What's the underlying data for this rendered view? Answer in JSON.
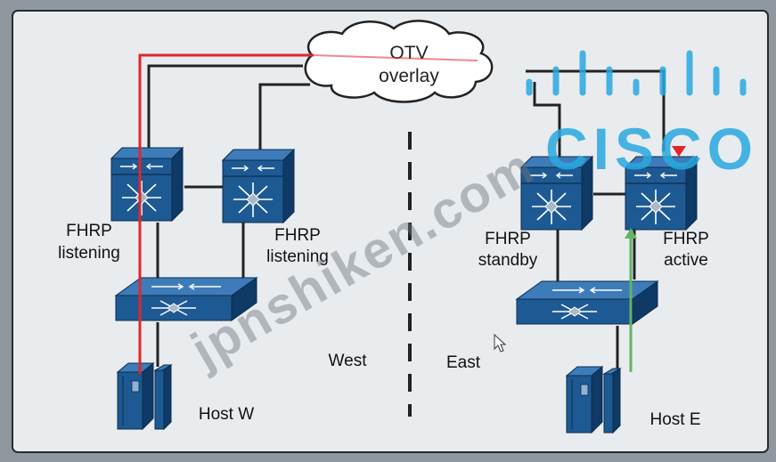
{
  "cloud": {
    "line1": "OTV",
    "line2": "overlay"
  },
  "devices": {
    "west_left": {
      "line1": "FHRP",
      "line2": "listening"
    },
    "west_right": {
      "line1": "FHRP",
      "line2": "listening"
    },
    "east_left": {
      "line1": "FHRP",
      "line2": "standby"
    },
    "east_right": {
      "line1": "FHRP",
      "line2": "active"
    }
  },
  "sites": {
    "west": "West",
    "east": "East"
  },
  "hosts": {
    "west": "Host W",
    "east": "Host E"
  },
  "watermarks": {
    "site": "jpnshiken.com",
    "brand": "CISCO"
  },
  "colors": {
    "background": "#eef0f2",
    "switch_body": "#1d5a93",
    "switch_dark": "#0e355e",
    "red_path": "#e0262b",
    "green_path": "#64b266",
    "link": "#222222",
    "cisco_logo": "#29a9e0"
  }
}
